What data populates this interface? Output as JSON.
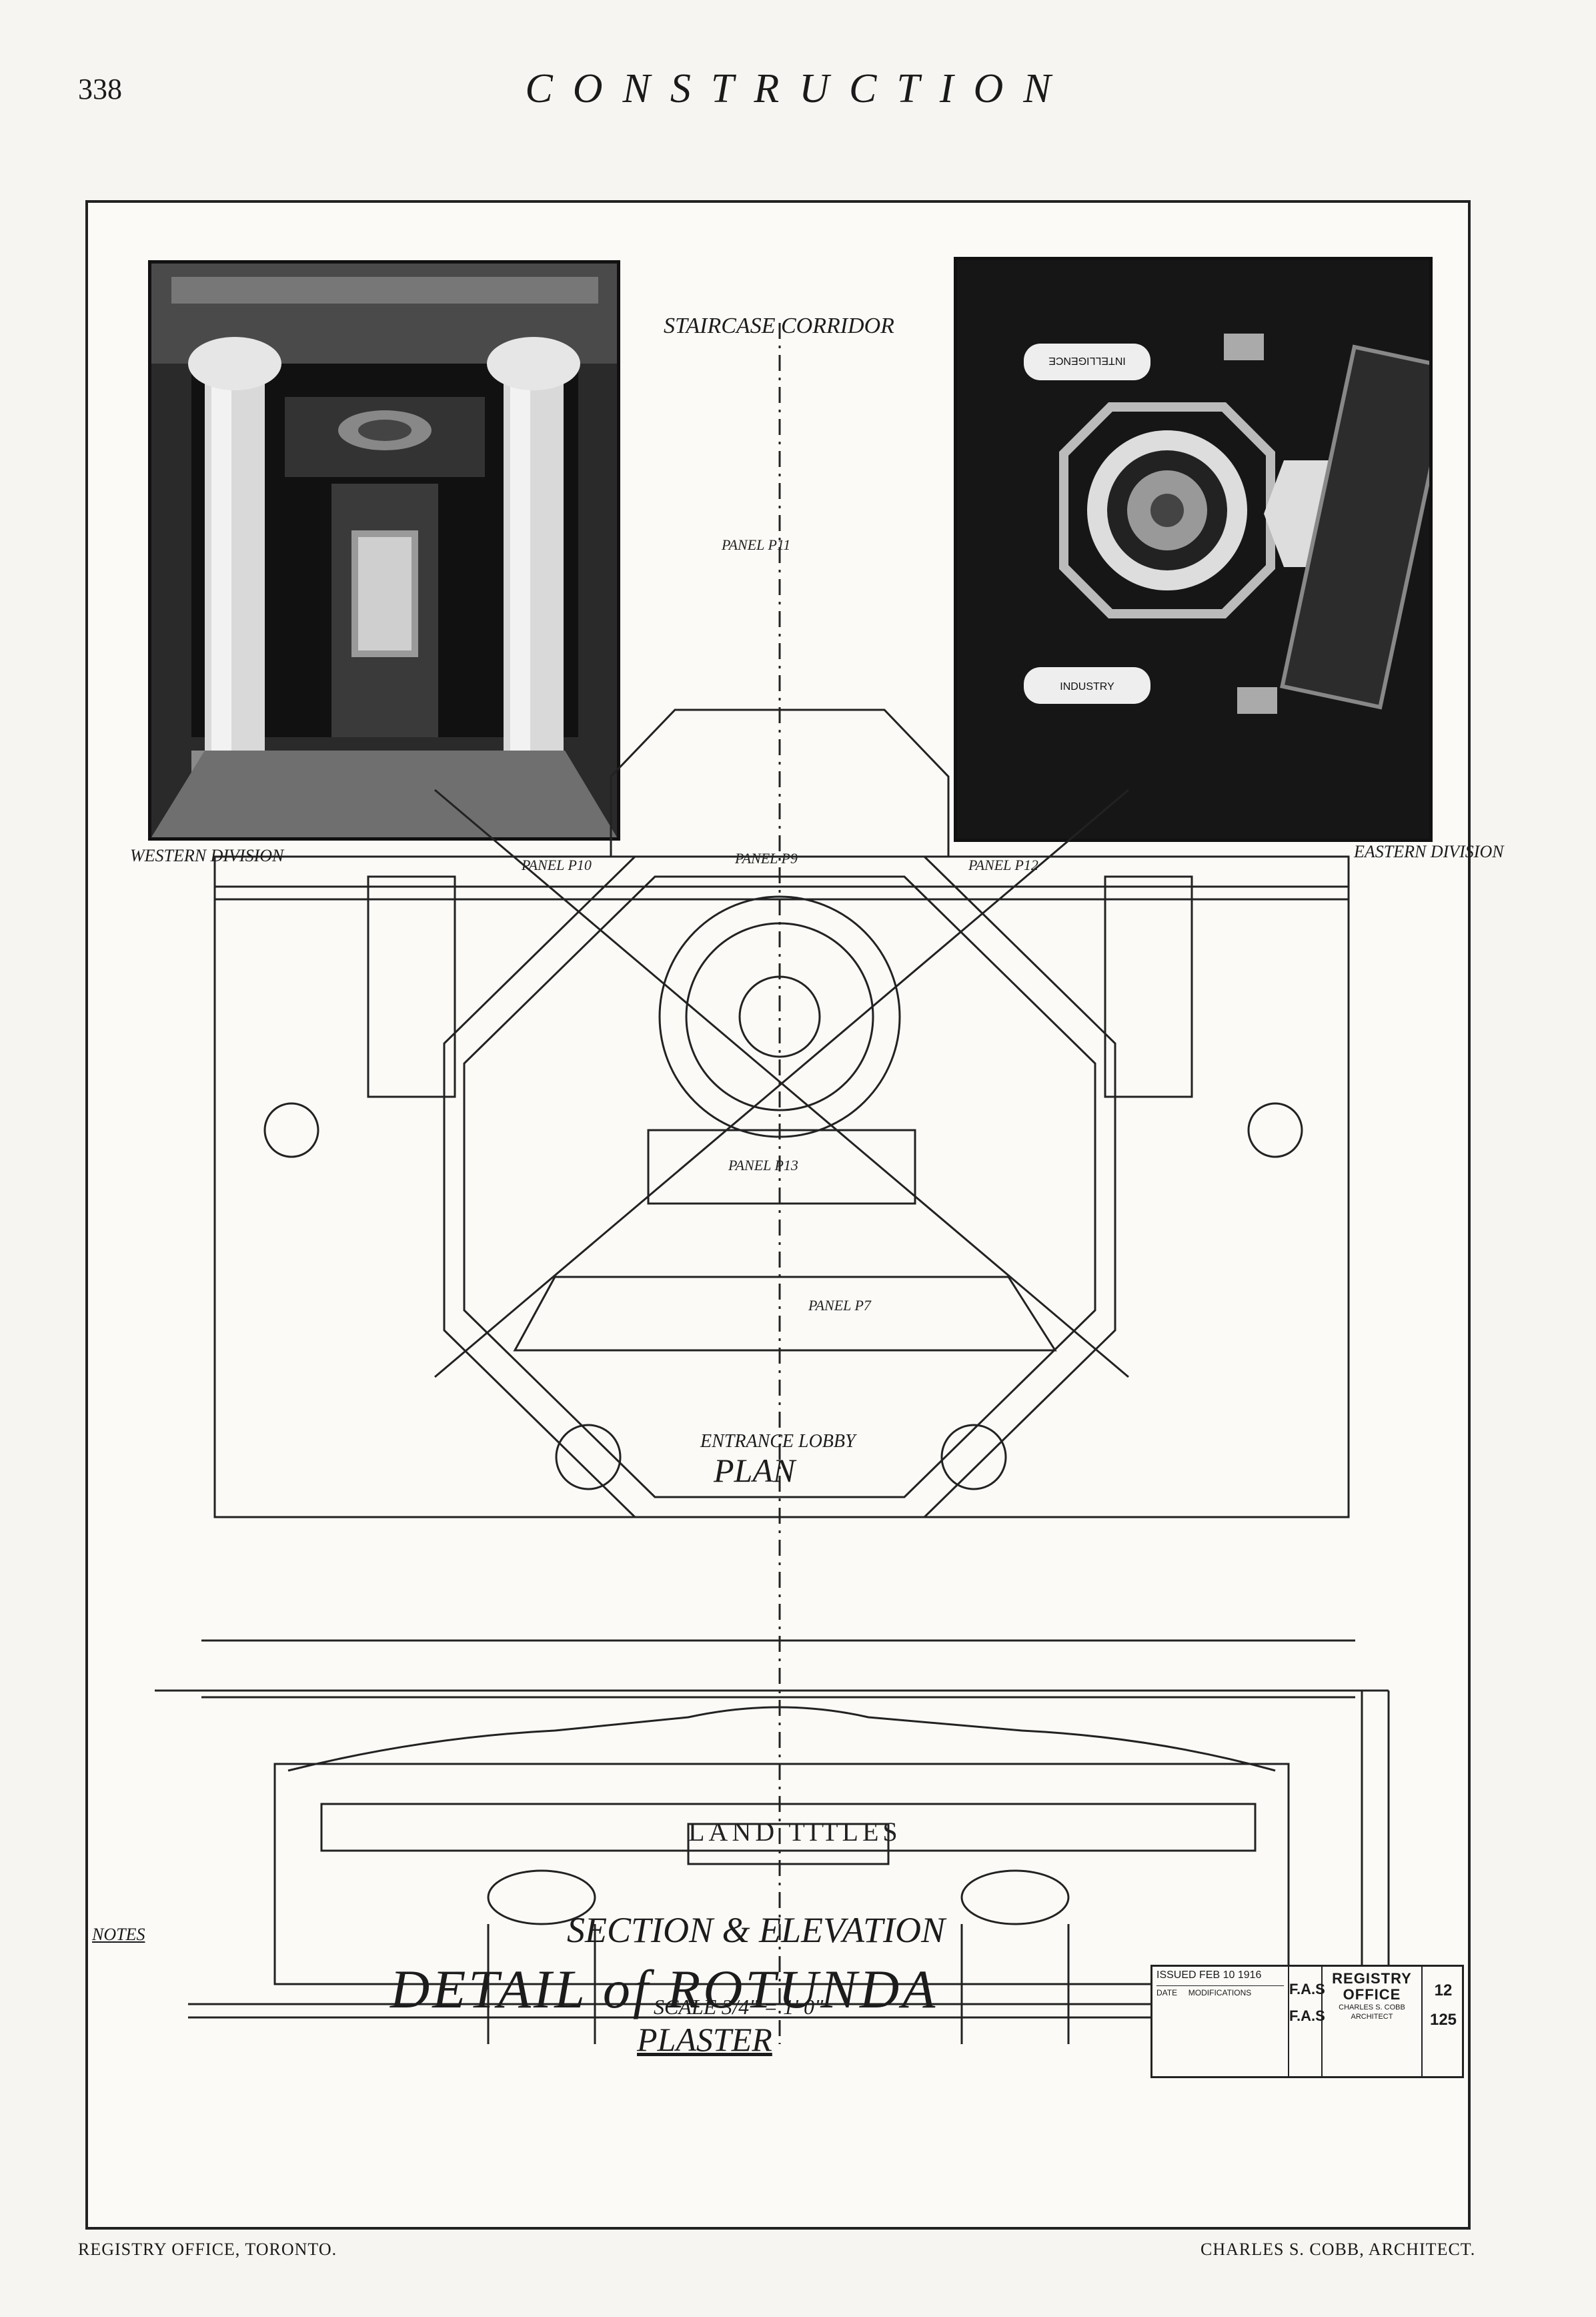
{
  "header": {
    "page_number": "338",
    "journal_title": "CONSTRUCTION"
  },
  "drawing": {
    "staircase_label": "STAIRCASE CORRIDOR",
    "western_label": "WESTERN DIVISION",
    "eastern_label": "EASTERN DIVISION",
    "entrance_label": "ENTRANCE LOBBY",
    "plan_label": "PLAN",
    "section_label": "SECTION & ELEVATION",
    "detail_label": "DETAIL of ROTUNDA",
    "scale_label": "SCALE 3/4\" = 1' 0\"",
    "plaster_label": "PLASTER",
    "panel_labels": [
      "PANEL P11",
      "PANEL P9",
      "PANEL P10",
      "PANEL P12",
      "PANEL P13",
      "PANEL P7"
    ],
    "inscription": "LAND TITLES",
    "industry_label": "INDUSTRY",
    "intelligence_label": "INTELLIGENCE",
    "notes_title": "NOTES"
  },
  "title_block": {
    "issued": "ISSUED FEB 10 1916",
    "date_col": "DATE",
    "modifications_col": "MODIFICATIONS",
    "initials": "F.A.S",
    "office_line1": "REGISTRY",
    "office_line2": "OFFICE",
    "office_sub": "CHARLES S. COBB ARCHITECT",
    "sheet_number": "12",
    "job_number": "125"
  },
  "footer": {
    "left": "REGISTRY OFFICE, TORONTO.",
    "right": "CHARLES S. COBB, ARCHITECT."
  }
}
